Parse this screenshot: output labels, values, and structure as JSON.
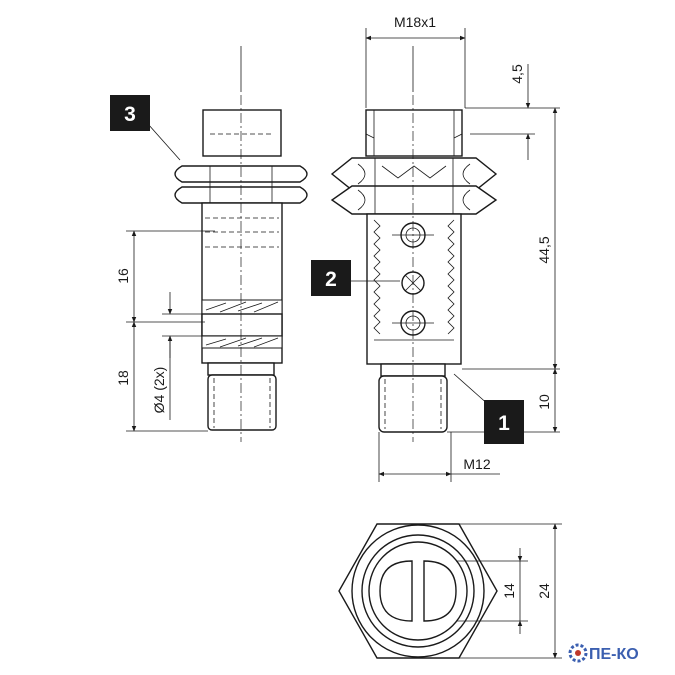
{
  "dimensions": {
    "thread_top": "M18x1",
    "top_offset": "4,5",
    "body_length": "44,5",
    "connector_length": "10",
    "connector_thread": "M12",
    "left_upper": "16",
    "left_lower": "18",
    "hole_diameter": "Ø4 (2x)",
    "lens_width": "14",
    "nut_width": "24"
  },
  "callouts": {
    "c1": "1",
    "c2": "2",
    "c3": "3"
  },
  "logo": {
    "text": "ПЕ-КО",
    "color": "#3b5fb0"
  },
  "colors": {
    "callout_bg": "#1a1a1a",
    "line": "#1a1a1a"
  }
}
